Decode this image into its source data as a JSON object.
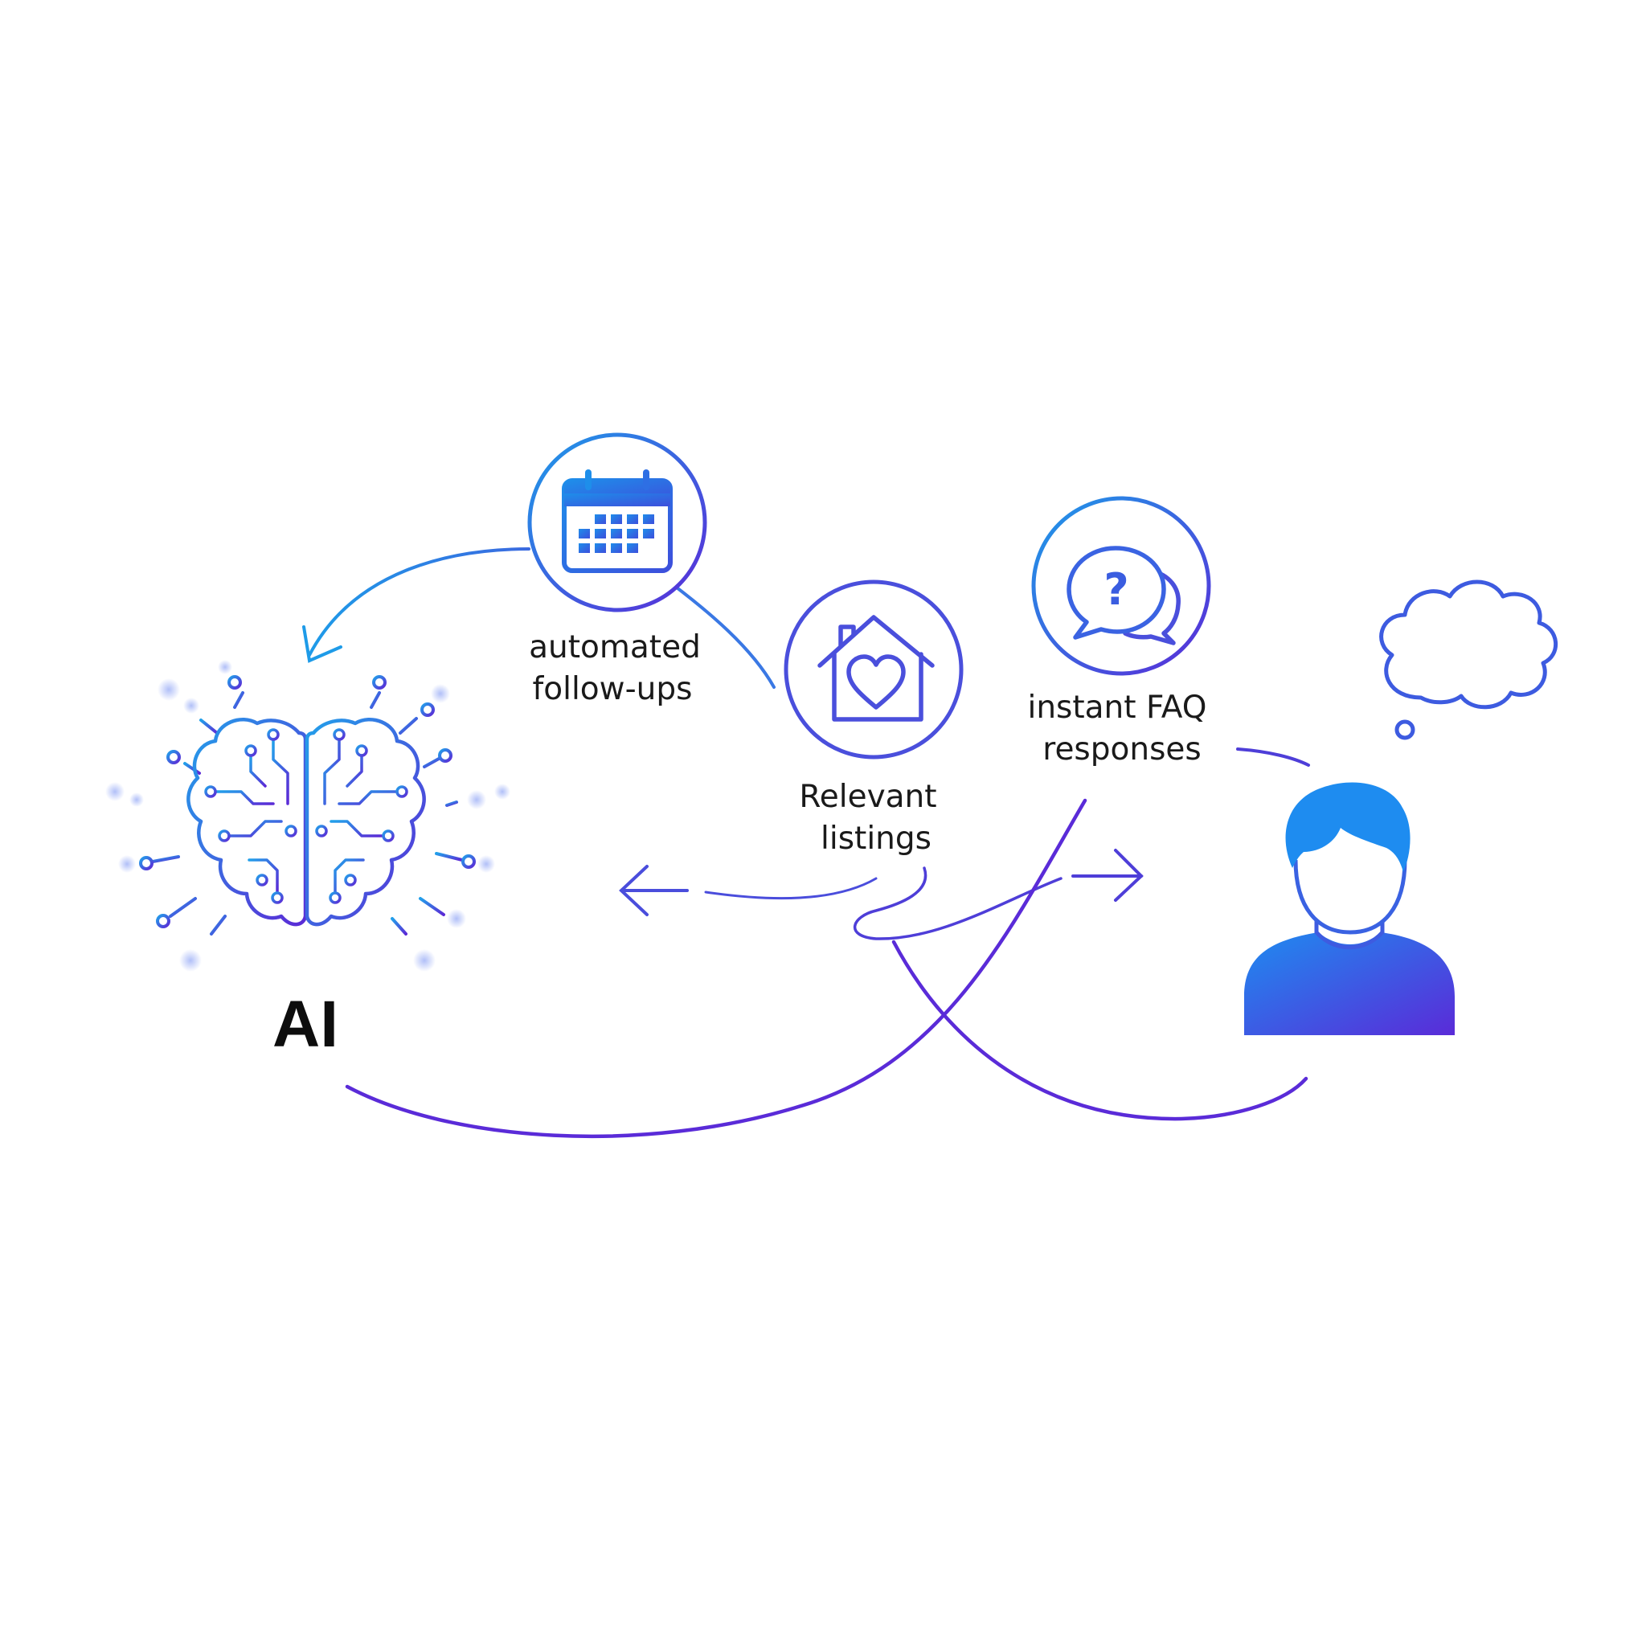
{
  "ai": {
    "label": "AI",
    "icon": "brain-circuit-icon"
  },
  "nodes": [
    {
      "id": "followups",
      "icon": "calendar-icon",
      "lines": [
        "automated",
        "follow-ups"
      ]
    },
    {
      "id": "listings",
      "icon": "house-heart-icon",
      "lines": [
        "Relevant",
        "listings"
      ]
    },
    {
      "id": "faq",
      "icon": "chat-question-icon",
      "lines": [
        "instant FAQ",
        "responses"
      ]
    }
  ],
  "user": {
    "icon": "person-icon",
    "thought_icon": "thought-bubble-icon"
  },
  "colors": {
    "start": "#1E9BE8",
    "mid": "#3D5BE0",
    "end": "#5A2BD8",
    "text": "#1a1a1a"
  }
}
